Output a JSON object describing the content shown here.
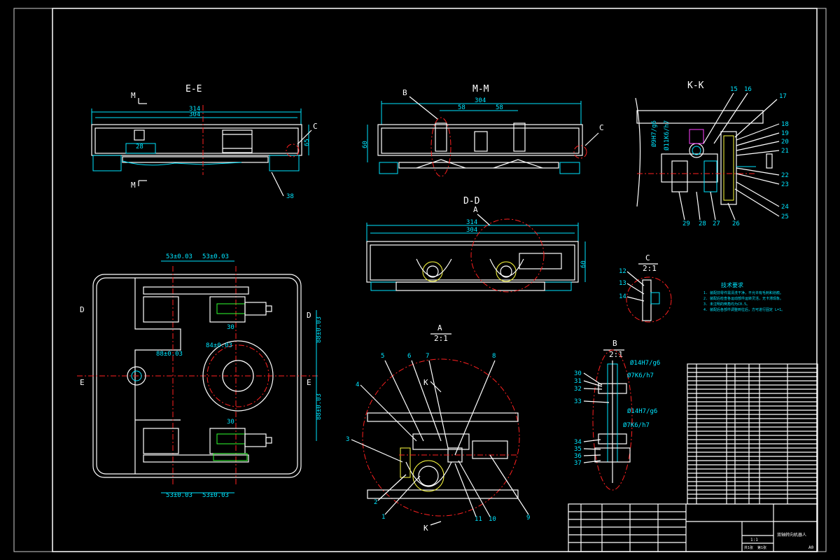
{
  "drawing": {
    "views": {
      "ee": {
        "title": "E-E",
        "cut_top": "M",
        "cut_bottom": "M",
        "dim_outer": "314",
        "dim_inner": "304",
        "dim_width": "28",
        "dim_height": "65",
        "detail": "C",
        "leader": "38"
      },
      "mm": {
        "title": "M-M",
        "dim_inner": "304",
        "dim_left": "58",
        "dim_right": "58",
        "dim_height": "60",
        "detail_b": "B",
        "detail_c": "C"
      },
      "kk": {
        "title": "K-K",
        "fit1": "Ø9H7/g6",
        "fit2": "Ø11K6/h7",
        "parts": [
          "15",
          "16",
          "17",
          "18",
          "19",
          "20",
          "21",
          "22",
          "23",
          "24",
          "25",
          "26",
          "27",
          "28",
          "29"
        ]
      },
      "dd": {
        "title": "D-D",
        "detail": "A",
        "dim_outer": "314",
        "dim_inner": "304",
        "dim_height": "60"
      },
      "plan": {
        "dim_top_left": "53±0.03",
        "dim_top_right": "53±0.03",
        "dim_bottom_left": "53±0.03",
        "dim_bottom_right": "53±0.03",
        "dim_center_h": "88±0.03",
        "dim_center_r": "84±0.03",
        "dim_right_top": "88±0.03",
        "dim_right_bottom": "88±0.03",
        "dim_small_top": "30",
        "dim_small_bottom": "30",
        "label_d_left": "D",
        "label_d_right": "D",
        "label_e_left": "E",
        "label_e_right": "E"
      },
      "c_detail": {
        "title": "C",
        "scale": "2:1",
        "parts": [
          "12",
          "13",
          "14"
        ]
      },
      "a_detail": {
        "title": "A",
        "scale": "2:1",
        "section": "K",
        "parts": [
          "1",
          "2",
          "3",
          "4",
          "5",
          "6",
          "7",
          "8",
          "9",
          "10",
          "11"
        ]
      },
      "b_detail": {
        "title": "B",
        "scale": "2:1",
        "fit1": "Ø14H7/g6",
        "fit2": "Ø7K6/h7",
        "fit3": "Ø14H7/g6",
        "fit4": "Ø7K6/h7",
        "parts": [
          "30",
          "31",
          "32",
          "33",
          "34",
          "35",
          "36",
          "37"
        ]
      }
    },
    "tech_req": {
      "heading": "技术要求",
      "lines": [
        "1. 装配前零件需清洗干净，不允许有毛刺和划痕。",
        "2. 装配后检查各运动部件运转灵活，无卡滞现象。",
        "3. 未注明的倒角均为C0.5。",
        "4. 装配后各部件调整到位后，方可进行固定 L=1。"
      ]
    },
    "title_block": {
      "name": "双轴转向机器人",
      "scale": "1:1",
      "sheet": "第1张",
      "total": "共1张",
      "code": "A0"
    }
  }
}
